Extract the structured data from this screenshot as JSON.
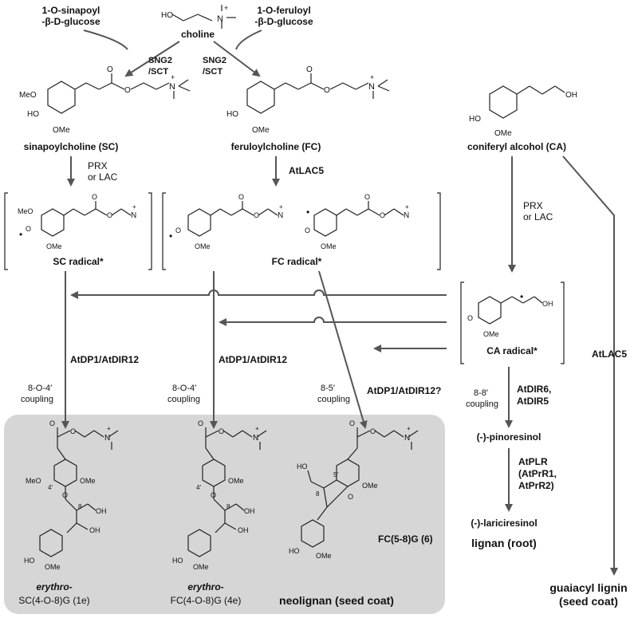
{
  "reactants": {
    "choline": "choline",
    "sinapoyl_glucose": [
      "1-O-sinapoyl",
      "-β-D-glucose"
    ],
    "feruloyl_glucose": [
      "1-O-feruloyl",
      "-β-D-glucose"
    ],
    "enzyme_left": [
      "SNG2",
      "/SCT"
    ],
    "enzyme_right": [
      "SNG2",
      "/SCT"
    ]
  },
  "compounds": {
    "sc": "sinapoylcholine (SC)",
    "fc": "feruloylcholine (FC)",
    "ca": "coniferyl alcohol (CA)",
    "sc_radical": "SC radical*",
    "fc_radical": "FC radical*",
    "ca_radical": "CA radical*",
    "pinoresinol": "(-)-pinoresinol",
    "lariciresinol": "(-)-lariciresinol",
    "product1_line1": "erythro-",
    "product1_line2": "SC(4-O-8)G (1e)",
    "product4_line1": "erythro-",
    "product4_line2": "FC(4-O-8)G (4e)",
    "product6": "FC(5-8)G (6)"
  },
  "enzymes": {
    "prx_lac_sc": [
      "PRX",
      "or LAC"
    ],
    "atlac5_fc": "AtLAC5",
    "prx_lac_ca": [
      "PRX",
      "or LAC"
    ],
    "atdp1_a": "AtDP1/AtDIR12",
    "atdp1_b": "AtDP1/AtDIR12",
    "atdp1_c": "AtDP1/AtDIR12?",
    "atdir": [
      "AtDIR6,",
      "AtDIR5"
    ],
    "atplr": [
      "AtPLR",
      "(AtPrR1,",
      "AtPrR2)"
    ],
    "atlac5_right": "AtLAC5"
  },
  "couplings": {
    "c1": [
      "8-O-4′",
      "coupling"
    ],
    "c2": [
      "8-O-4′",
      "coupling"
    ],
    "c3": [
      "8-5′",
      "coupling"
    ],
    "c4": [
      "8-8′",
      "coupling"
    ]
  },
  "atom_labels": {
    "meo": "MeO",
    "ome": "OMe",
    "ho": "HO",
    "oh": "OH",
    "o": "O",
    "n": "N",
    "plus": "+",
    "dot": "•",
    "pos4": "4′",
    "pos8": "8",
    "pos5": "5′"
  },
  "outcomes": {
    "neolignan": "neolignan (seed coat)",
    "lignan": "lignan (root)",
    "guaiacyl": [
      "guaiacyl lignin",
      "(seed coat)"
    ]
  },
  "colors": {
    "box_fill": "#d6d6d6",
    "arrow": "#555555"
  }
}
